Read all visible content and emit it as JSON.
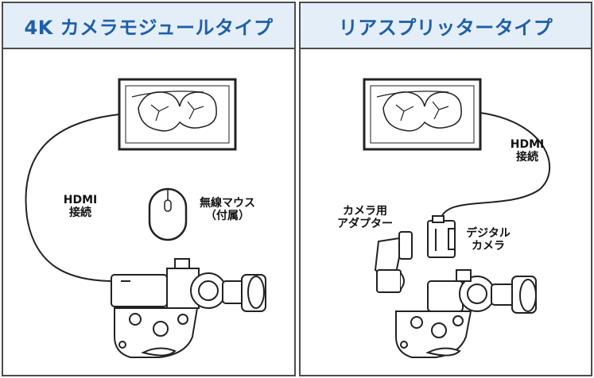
{
  "left_panel": {
    "title": "4K カメラモジュールタイプ",
    "hdmi_label": "HDMI\n接続",
    "mouse_label": "無線マウス\n（付属）"
  },
  "right_panel": {
    "title": "リアスプリッタータイプ",
    "hdmi_label": "HDMI\n接続",
    "adapter_label": "カメラ用\nアダプター",
    "camera_label": "デジタル\nカメラ"
  },
  "colors": {
    "header_bg": "#e3eef8",
    "title_text": "#1f5fa8",
    "border": "#4d4d4d",
    "device_fill": "#ffffff",
    "device_stroke": "#222222"
  }
}
